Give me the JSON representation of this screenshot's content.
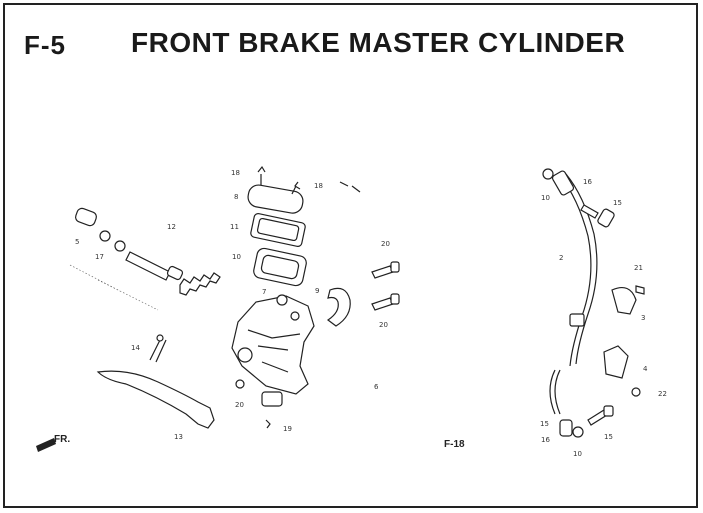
{
  "header": {
    "code": "F-5",
    "title": "FRONT BRAKE MASTER CYLINDER"
  },
  "diagram": {
    "refs": {
      "cross_ref": "F-18",
      "fr_marker": "FR."
    },
    "callouts": [
      {
        "id": "c18a",
        "text": "18"
      },
      {
        "id": "c8a",
        "text": "8"
      },
      {
        "id": "c18b",
        "text": "18"
      },
      {
        "id": "c11",
        "text": "11"
      },
      {
        "id": "c10a",
        "text": "10"
      },
      {
        "id": "c7",
        "text": "7"
      },
      {
        "id": "c9",
        "text": "9"
      },
      {
        "id": "c20a",
        "text": "20"
      },
      {
        "id": "c20b",
        "text": "20"
      },
      {
        "id": "c5",
        "text": "5"
      },
      {
        "id": "c12",
        "text": "12"
      },
      {
        "id": "c17",
        "text": "17"
      },
      {
        "id": "c14",
        "text": "14"
      },
      {
        "id": "c13",
        "text": "13"
      },
      {
        "id": "c20c",
        "text": "20"
      },
      {
        "id": "c19",
        "text": "19"
      },
      {
        "id": "c6",
        "text": "6"
      },
      {
        "id": "c16a",
        "text": "16"
      },
      {
        "id": "c10b",
        "text": "10"
      },
      {
        "id": "c15a",
        "text": "15"
      },
      {
        "id": "c2",
        "text": "2"
      },
      {
        "id": "c21",
        "text": "21"
      },
      {
        "id": "c3",
        "text": "3"
      },
      {
        "id": "c4",
        "text": "4"
      },
      {
        "id": "c22",
        "text": "22"
      },
      {
        "id": "c15b",
        "text": "15"
      },
      {
        "id": "c16b",
        "text": "16"
      },
      {
        "id": "c15c",
        "text": "15"
      },
      {
        "id": "c10c",
        "text": "10"
      }
    ]
  },
  "colors": {
    "ink": "#222222",
    "background": "#ffffff"
  }
}
